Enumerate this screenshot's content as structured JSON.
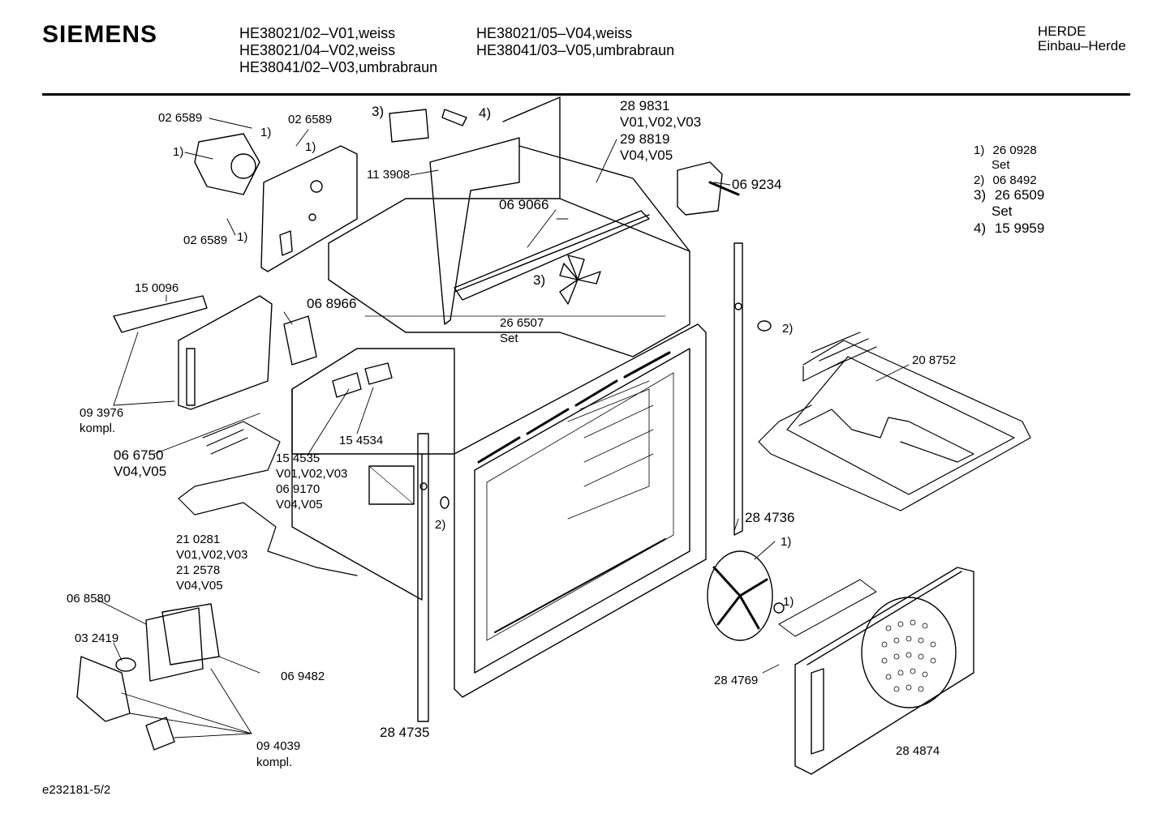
{
  "header": {
    "brand": "SIEMENS",
    "models": [
      "HE38021/02–V01,weiss",
      "HE38021/04–V02,weiss",
      "HE38041/02–V03,umbrabraun",
      "HE38021/05–V04,weiss",
      "HE38041/03–V05,umbrabraun"
    ],
    "category_line1": "HERDE",
    "category_line2": "Einbau–Herde"
  },
  "notes": [
    {
      "num": "1)",
      "line1": "26 0928",
      "line2": "Set"
    },
    {
      "num": "2)",
      "line1": "06 8492",
      "line2": ""
    },
    {
      "num": "3)",
      "line1": "26 6509",
      "line2": "Set"
    },
    {
      "num": "4)",
      "line1": "15 9959",
      "line2": ""
    }
  ],
  "labels": {
    "p026589_a": "02 6589",
    "p026589_a_ref": "1)",
    "p026589_b": "02 6589",
    "p026589_b_ref": "1)",
    "p026589_c": "02 6589",
    "p026589_c_ref": "1)",
    "motor_ref": "1)",
    "ref3_top": "3)",
    "ref4_top": "4)",
    "p113908": "11 3908",
    "p289831": "28 9831",
    "p289831_var": "V01,V02,V03",
    "p298819": "29 8819",
    "p298819_var": "V04,V05",
    "p069234": "06 9234",
    "p069066": "06 9066",
    "p150096": "15 0096",
    "p068966": "06 8966",
    "ref3_fan": "3)",
    "p266507": "26 6507",
    "p266507_set": "Set",
    "p093976": "09 3976",
    "p093976_k": "kompl.",
    "ref2_lamp": "2)",
    "p208752": "20 8752",
    "p066750": "06 6750",
    "p066750_var": "V04,V05",
    "p154535": "15 4535",
    "p154534": "15 4534",
    "v010203_a": "V01,V02,V03",
    "p069170": "06 9170",
    "v0405_a": "V04,V05",
    "ref2_left": "2)",
    "p284736": "28 4736",
    "p210281": "21 0281",
    "v010203_b": "V01,V02,V03",
    "p212578": "21 2578",
    "v0405_b": "V04,V05",
    "ref1_fan": "1)",
    "ref1_nut": "1)",
    "p068580": "06 8580",
    "p032419": "03 2419",
    "p069482": "06 9482",
    "p284769": "28 4769",
    "p094039": "09 4039",
    "p094039_k": "kompl.",
    "p284735": "28 4735",
    "p284874": "28 4874"
  },
  "footer": "e232181-5/2"
}
